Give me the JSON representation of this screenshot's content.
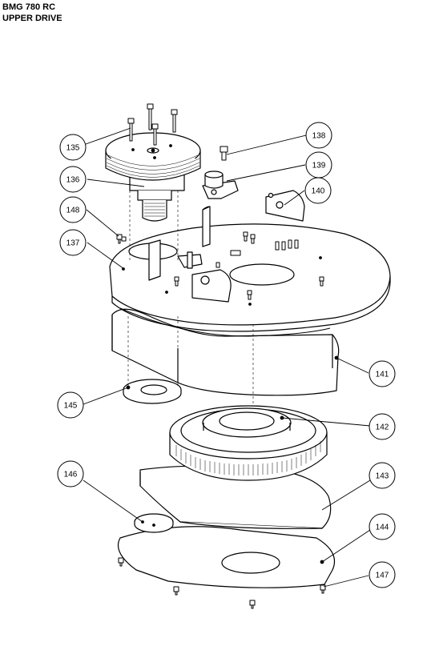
{
  "header": {
    "model": "BMG 780 RC",
    "section": "UPPER DRIVE"
  },
  "callouts": [
    {
      "id": "c135",
      "label": "135"
    },
    {
      "id": "c136",
      "label": "136"
    },
    {
      "id": "c148",
      "label": "148"
    },
    {
      "id": "c137",
      "label": "137"
    },
    {
      "id": "c138",
      "label": "138"
    },
    {
      "id": "c139",
      "label": "139"
    },
    {
      "id": "c140",
      "label": "140"
    },
    {
      "id": "c141",
      "label": "141"
    },
    {
      "id": "c145",
      "label": "145"
    },
    {
      "id": "c142",
      "label": "142"
    },
    {
      "id": "c146",
      "label": "146"
    },
    {
      "id": "c143",
      "label": "143"
    },
    {
      "id": "c144",
      "label": "144"
    },
    {
      "id": "c147",
      "label": "147"
    }
  ]
}
